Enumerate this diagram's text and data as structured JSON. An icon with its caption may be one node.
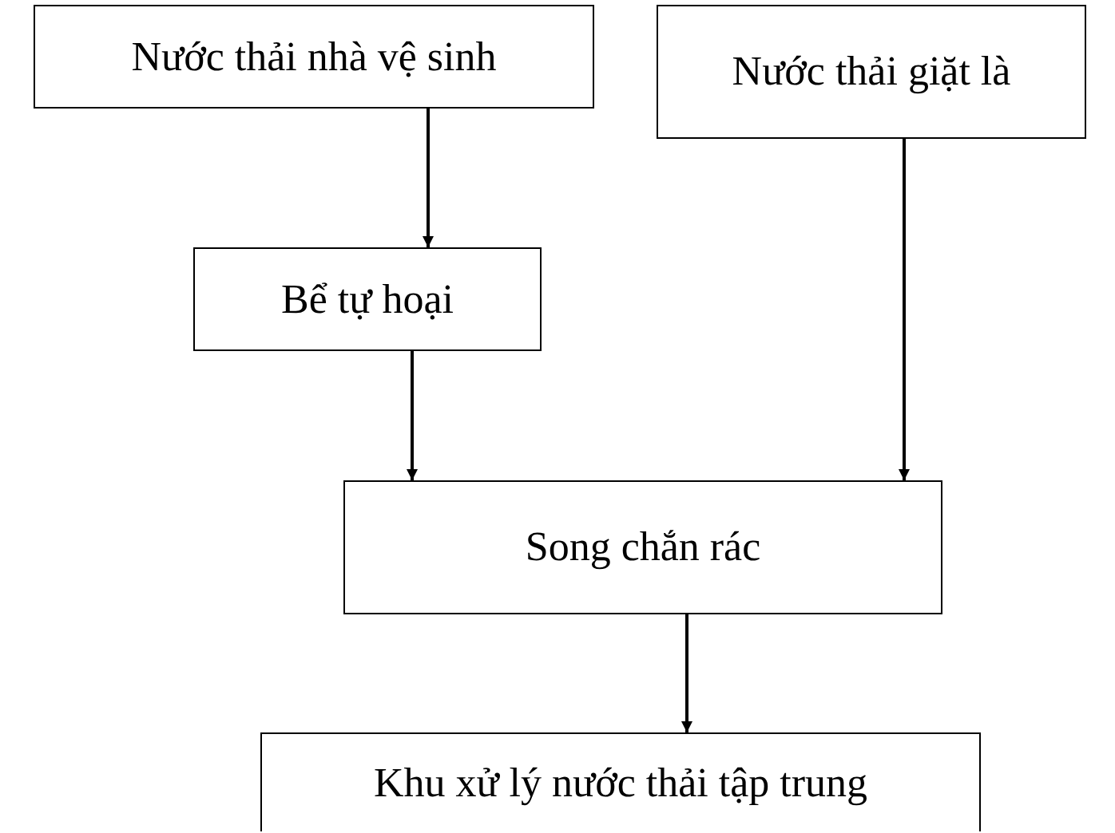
{
  "diagram": {
    "nodes": [
      {
        "text": [
          "Nước thải nhà vệ sinh"
        ]
      },
      {
        "text": [
          "Nước thải giặt là"
        ]
      },
      {
        "text": [
          "Bể tự hoại"
        ]
      },
      {
        "text": [
          "Song chắn rác"
        ]
      },
      {
        "text": [
          "Khu xử lý nước thải tập trung"
        ]
      }
    ],
    "edges": [
      {
        "from": 0,
        "to": 2,
        "arrow": "to"
      },
      {
        "from": 2,
        "to": 3,
        "arrow": "to"
      },
      {
        "from": 1,
        "to": 3,
        "arrow": "to"
      },
      {
        "from": 3,
        "to": 4,
        "arrow": "to"
      }
    ]
  }
}
